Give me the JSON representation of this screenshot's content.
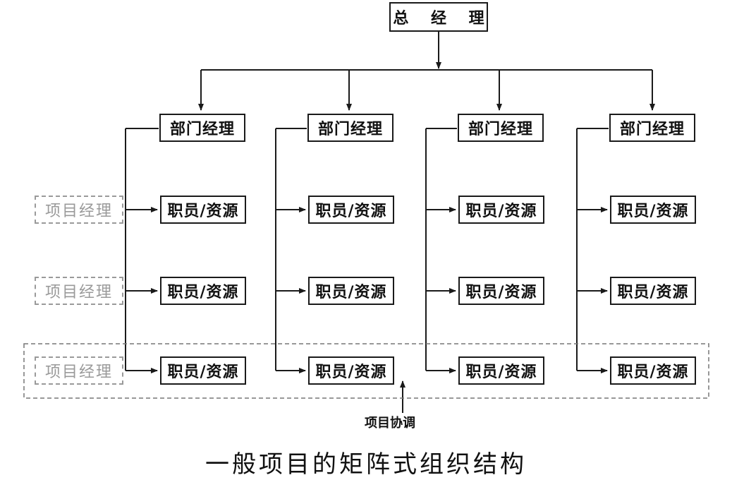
{
  "general_manager": "总 经 理",
  "departments": [
    {
      "manager": "部门经理",
      "staff": [
        "职员/资源",
        "职员/资源",
        "职员/资源"
      ]
    },
    {
      "manager": "部门经理",
      "staff": [
        "职员/资源",
        "职员/资源",
        "职员/资源"
      ]
    },
    {
      "manager": "部门经理",
      "staff": [
        "职员/资源",
        "职员/资源",
        "职员/资源"
      ]
    },
    {
      "manager": "部门经理",
      "staff": [
        "职员/资源",
        "职员/资源",
        "职员/资源"
      ]
    }
  ],
  "project_managers": [
    "项目经理",
    "项目经理",
    "项目经理"
  ],
  "coordination_label": "项目协调",
  "caption": "一般项目的矩阵式组织结构"
}
